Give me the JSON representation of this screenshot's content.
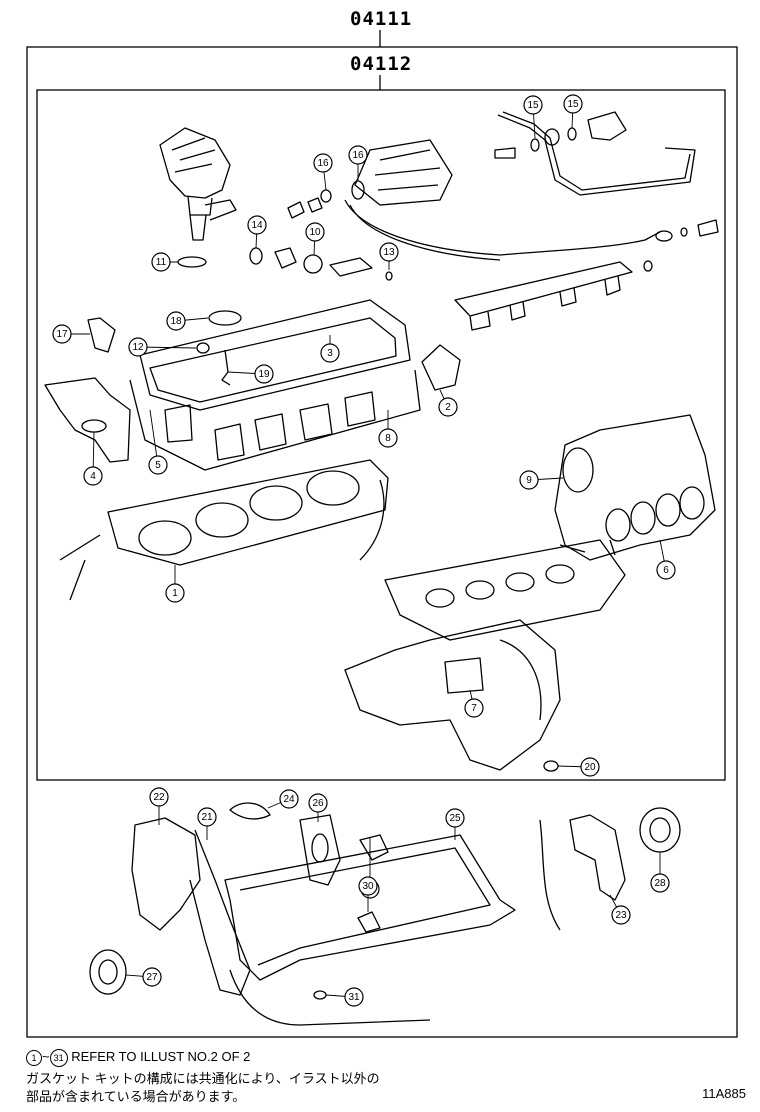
{
  "header": {
    "outer_code": "04111",
    "inner_code": "04112"
  },
  "callouts": [
    {
      "label": "1"
    },
    {
      "label": "2"
    },
    {
      "label": "3"
    },
    {
      "label": "4"
    },
    {
      "label": "5"
    },
    {
      "label": "6"
    },
    {
      "label": "7"
    },
    {
      "label": "8"
    },
    {
      "label": "9"
    },
    {
      "label": "10"
    },
    {
      "label": "11"
    },
    {
      "label": "12"
    },
    {
      "label": "13"
    },
    {
      "label": "14"
    },
    {
      "label": "15"
    },
    {
      "label": "15"
    },
    {
      "label": "16"
    },
    {
      "label": "16"
    },
    {
      "label": "17"
    },
    {
      "label": "18"
    },
    {
      "label": "19"
    },
    {
      "label": "20"
    },
    {
      "label": "21"
    },
    {
      "label": "22"
    },
    {
      "label": "23"
    },
    {
      "label": "24"
    },
    {
      "label": "25"
    },
    {
      "label": "26"
    },
    {
      "label": "27"
    },
    {
      "label": "28"
    },
    {
      "label": "29"
    },
    {
      "label": "30"
    },
    {
      "label": "31"
    }
  ],
  "footer": {
    "range_start": "1",
    "range_tilde": "~",
    "range_end": "31",
    "refer_text": "REFER TO ILLUST NO.2 OF 2",
    "jp_line1": "ガスケット キットの構成には共通化により、イラスト以外の",
    "jp_line2": "部品が含まれている場合があります。",
    "illustration_code": "11A885"
  }
}
